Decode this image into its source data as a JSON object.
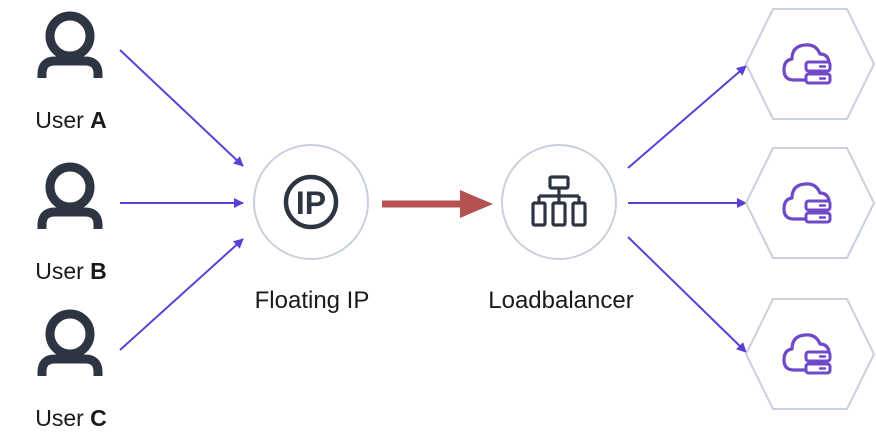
{
  "users": [
    {
      "prefix": "User",
      "letter": "A"
    },
    {
      "prefix": "User",
      "letter": "B"
    },
    {
      "prefix": "User",
      "letter": "C"
    }
  ],
  "floating_ip": {
    "label": "Floating IP",
    "icon": "ip-icon",
    "glyph": "IP"
  },
  "loadbalancer": {
    "label": "Loadbalancer",
    "icon": "sitemap-icon"
  },
  "servers": [
    {
      "icon": "cloud-server-icon"
    },
    {
      "icon": "cloud-server-icon"
    },
    {
      "icon": "cloud-server-icon"
    }
  ],
  "colors": {
    "user_icon": "#2d3543",
    "connector": "#5b3fd6",
    "main_arrow": "#b5524f",
    "node_outline": "#c9cfdc",
    "server_icon": "#6f49c9"
  }
}
